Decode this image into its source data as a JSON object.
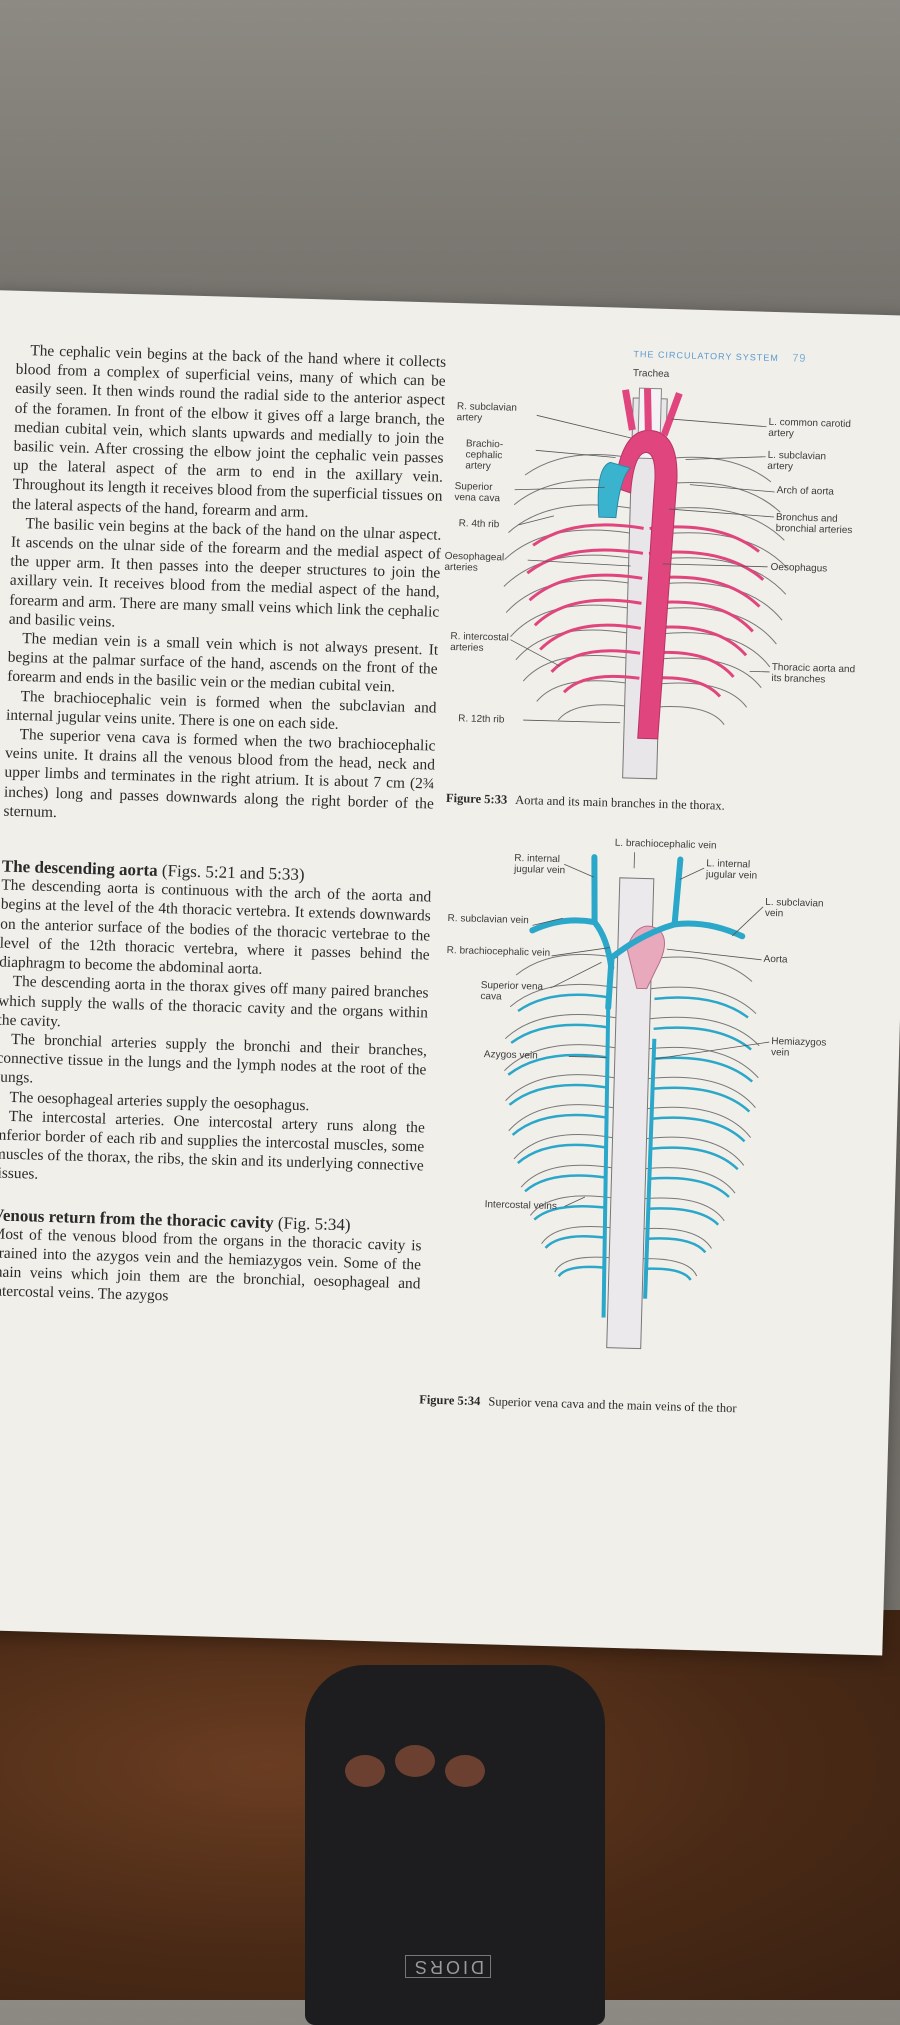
{
  "header": {
    "section": "THE CIRCULATORY SYSTEM",
    "page_number": "79"
  },
  "text": {
    "p1": "The cephalic vein begins at the back of the hand where it collects blood from a complex of superficial veins, many of which can be easily seen. It then winds round the radial side to the anterior aspect of the foramen. In front of the elbow it gives off a large branch, the median cubital vein, which slants upwards and medially to join the basilic vein. After crossing the elbow joint the cephalic vein passes up the lateral aspect of the arm to end in the axillary vein. Throughout its length it receives blood from the superficial tissues on the lateral aspects of the hand, forearm and arm.",
    "p2": "The basilic vein begins at the back of the hand on the ulnar aspect. It ascends on the ulnar side of the forearm and the medial aspect of the upper arm. It then passes into the deeper structures to join the axillary vein. It receives blood from the medial aspect of the hand, forearm and arm. There are many small veins which link the cephalic and basilic veins.",
    "p3": "The median vein is a small vein which is not always present. It begins at the palmar surface of the hand, ascends on the front of the forearm and ends in the basilic vein or the median cubital vein.",
    "p4": "The brachiocephalic vein is formed when the subclavian and internal jugular veins unite. There is one on each side.",
    "p5": "The superior vena cava is formed when the two brachiocephalic veins unite. It drains all the venous blood from the head, neck and upper limbs and terminates in the right atrium. It is about 7 cm (2¾ inches) long and passes downwards along the right border of the sternum.",
    "h_aorta": "The descending aorta",
    "h_aorta_ref": "(Figs. 5:21 and 5:33)",
    "p6": "The descending aorta is continuous with the arch of the aorta and begins at the level of the 4th thoracic vertebra. It extends downwards on the anterior surface of the bodies of the thoracic vertebrae to the level of the 12th thoracic vertebra, where it passes behind the diaphragm to become the abdominal aorta.",
    "p7": "The descending aorta in the thorax gives off many paired branches which supply the walls of the thoracic cavity and the organs within the cavity.",
    "p8": "The bronchial arteries supply the bronchi and their branches, connective tissue in the lungs and the lymph nodes at the root of the lungs.",
    "p9": "The oesophageal arteries supply the oesophagus.",
    "p10": "The intercostal arteries. One intercostal artery runs along the inferior border of each rib and supplies the intercostal muscles, some muscles of the thorax, the ribs, the skin and its underlying connective tissues.",
    "h_venous": "Venous return from the thoracic cavity",
    "h_venous_ref": "(Fig. 5:34)",
    "p11": "Most of the venous blood from the organs in the thoracic cavity is drained into the azygos vein and the hemiazygos vein. Some of the main veins which join them are the bronchial, oesophageal and intercostal veins. The azygos"
  },
  "figure_533": {
    "caption_num": "Figure 5:33",
    "caption_text": "Aorta and its main branches in the thorax.",
    "labels": {
      "trachea": "Trachea",
      "r_subclavian": "R. subclavian artery",
      "brachiocephalic": "Brachio-cephalic artery",
      "svc": "Superior vena cava",
      "r4th": "R. 4th rib",
      "oesoph_art": "Oesophageal arteries",
      "r_intercostal": "R. intercostal arteries",
      "r12th": "R. 12th rib",
      "l_common_carotid": "L. common carotid artery",
      "l_subclavian": "L. subclavian artery",
      "arch": "Arch of aorta",
      "bronchus": "Bronchus and bronchial arteries",
      "oesophagus": "Oesophagus",
      "thoracic_aorta": "Thoracic aorta and its branches"
    },
    "colors": {
      "artery": "#e0457d",
      "vein": "#3ab3cf"
    }
  },
  "figure_534": {
    "caption_num": "Figure 5:34",
    "caption_text": "Superior vena cava and the main veins of the thor",
    "labels": {
      "l_brachiocephalic": "L. brachiocephalic vein",
      "r_internal_jugular": "R. internal jugular vein",
      "l_internal_jugular": "L. internal jugular vein",
      "l_subclavian_vein": "L. subclavian vein",
      "r_subclavian_vein": "R. subclavian vein",
      "r_brachiocephalic": "R. brachiocephalic vein",
      "aorta": "Aorta",
      "svc": "Superior vena cava",
      "hemiazygos": "Hemiazygos vein",
      "azygos": "Azygos vein",
      "intercostal": "Intercostal veins"
    },
    "colors": {
      "vein": "#2aa7c9",
      "aorta": "#e8a9bd"
    }
  },
  "slipper_text": "DIORS"
}
